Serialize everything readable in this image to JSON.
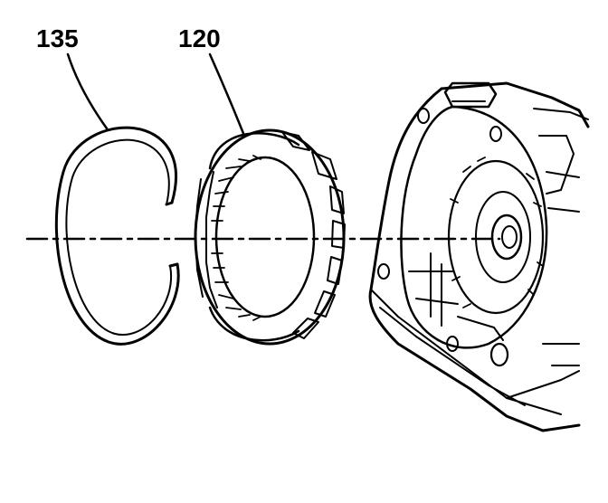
{
  "callouts": [
    {
      "id": "135",
      "label": "135"
    },
    {
      "id": "120",
      "label": "120"
    }
  ],
  "colors": {
    "line": "#000000",
    "background": "#ffffff"
  }
}
